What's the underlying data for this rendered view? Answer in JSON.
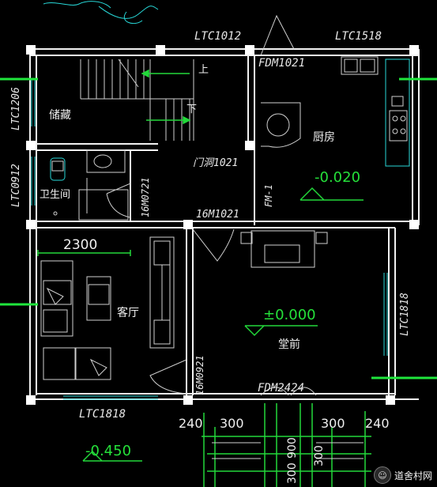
{
  "labels": {
    "window_top_left": "LTC1012",
    "window_top_right": "LTC1518",
    "door_kitchen": "FDM1021",
    "window_left_upper": "LTC1206",
    "window_left_lower": "LTC0912",
    "room_storage": "储藏",
    "stair_up": "上",
    "stair_down": "下",
    "room_kitchen": "厨房",
    "door_opening": "门洞1021",
    "level_kitchen": "-0.020",
    "door_bath": "16M0721",
    "room_bath": "卫生间",
    "door_center": "16M1021",
    "fm": "FM-1",
    "dim_living": "2300",
    "room_living": "客厅",
    "level_hall": "±0.000",
    "room_hall": "堂前",
    "window_right": "LTC1818",
    "door_living": "16M0921",
    "door_main": "FDM2424",
    "window_bottom": "LTC1818",
    "dim_240_l": "240",
    "dim_300_l": "300",
    "dim_300_r": "300",
    "dim_240_r": "240",
    "dim_300_v1": "300",
    "dim_900_v": "900",
    "dim_300_v2": "300",
    "level_outside": "-0.450"
  },
  "watermark": {
    "icon": "wechat-icon",
    "text": "道舍村网"
  }
}
